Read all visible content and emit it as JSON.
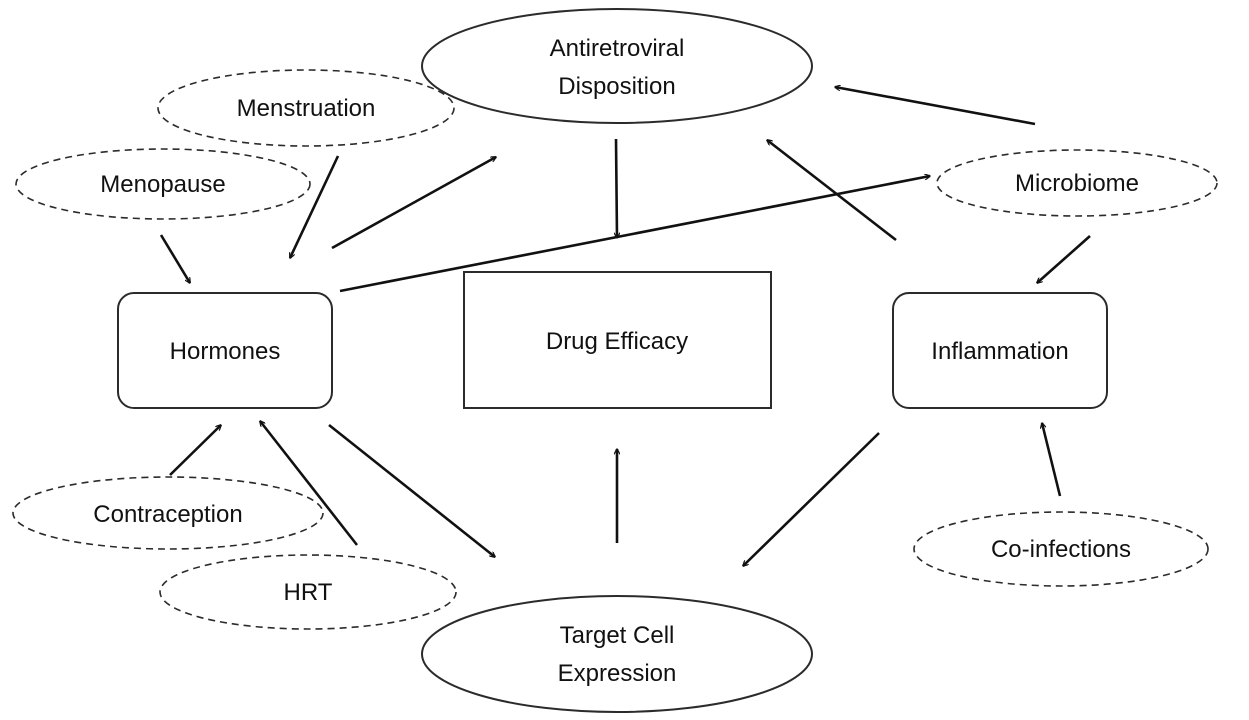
{
  "nodes": {
    "antiretroviral": {
      "lines": [
        "Antiretroviral",
        "Disposition"
      ]
    },
    "menstruation": {
      "label": "Menstruation"
    },
    "menopause": {
      "label": "Menopause"
    },
    "microbiome": {
      "label": "Microbiome"
    },
    "hormones": {
      "label": "Hormones"
    },
    "drug_efficacy": {
      "label": "Drug Efficacy"
    },
    "inflammation": {
      "label": "Inflammation"
    },
    "contraception": {
      "label": "Contraception"
    },
    "hrt": {
      "label": "HRT"
    },
    "coinfections": {
      "label": "Co-infections"
    },
    "target_cell": {
      "lines": [
        "Target Cell",
        "Expression"
      ]
    }
  },
  "colors": {
    "stroke": "#2b2b2b",
    "text": "#111111",
    "background": "#ffffff"
  }
}
